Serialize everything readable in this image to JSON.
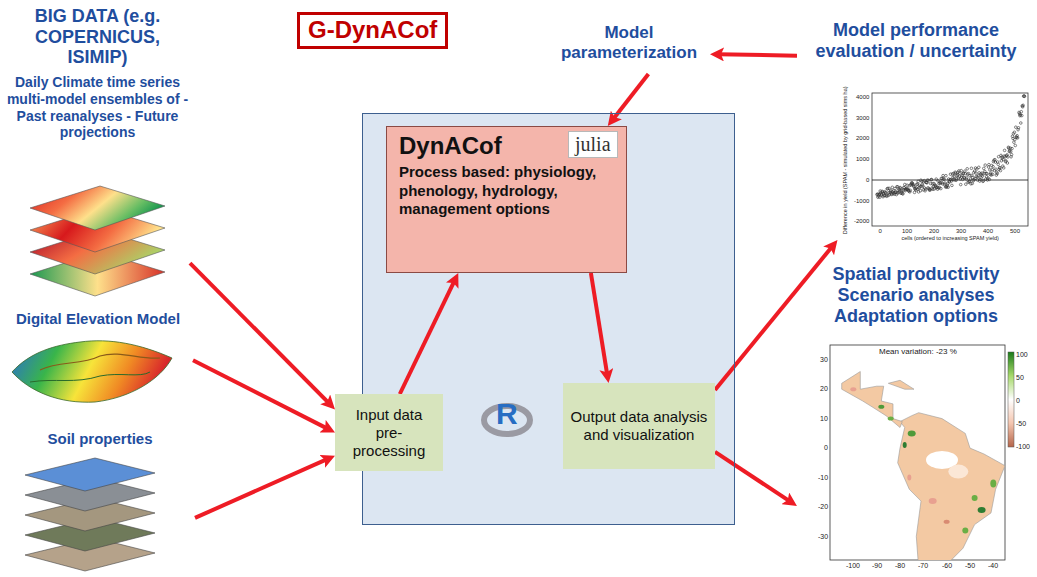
{
  "diagram": {
    "nodes": [
      {
        "text": [
          "G-DynACof"
        ]
      },
      {
        "text": []
      },
      {
        "text": [
          "DynACof",
          "Process based: physiology, phenology, hydrology, management options"
        ],
        "in": 1
      },
      {
        "text": [
          "Input data pre-processing"
        ],
        "in": 1
      },
      {
        "text": [
          "Output data analysis and visualization"
        ],
        "in": 1
      },
      {
        "text": [
          "BIG DATA (e.g. COPERNICUS, ISIMIP)",
          "Daily Climate time series multi-model ensembles of - Past reanalyses - Future projections"
        ]
      },
      {
        "text": [
          "Digital Elevation Model"
        ]
      },
      {
        "text": [
          "Soil properties"
        ]
      },
      {
        "text": [
          "Model parameterization"
        ]
      },
      {
        "text": [
          "Model performance evaluation / uncertainty"
        ]
      },
      {
        "text": [
          "Spatial productivity Scenario analyses Adaptation options"
        ]
      }
    ],
    "edges": [
      {
        "from": 5,
        "to": 3,
        "arrow": "to"
      },
      {
        "from": 6,
        "to": 3,
        "arrow": "to"
      },
      {
        "from": 7,
        "to": 3,
        "arrow": "to"
      },
      {
        "from": 3,
        "to": 2,
        "arrow": "to"
      },
      {
        "from": 2,
        "to": 4,
        "arrow": "to"
      },
      {
        "from": 4,
        "to": 9,
        "arrow": "to"
      },
      {
        "from": 4,
        "to": 10,
        "arrow": "to"
      },
      {
        "from": 9,
        "to": 8,
        "arrow": "to"
      },
      {
        "from": 8,
        "to": 2,
        "arrow": "to"
      }
    ],
    "labels": [
      "julia",
      "R",
      "Difference in yield (SPAM - simulated by grid-based sims ha)",
      "4000",
      "3000",
      "2000",
      "1000",
      "0",
      "-1000",
      "-2000",
      "0",
      "100",
      "200",
      "300",
      "400",
      "500",
      "cells (ordered to increasing SPAM yield)",
      "Mean variation: -23 %",
      "30",
      "20",
      "10",
      "0",
      "-10",
      "-20",
      "-30",
      "-100",
      "-90",
      "-80",
      "-70",
      "-60",
      "-50",
      "-40",
      "100",
      "50",
      "0",
      "-50",
      "-100"
    ]
  }
}
